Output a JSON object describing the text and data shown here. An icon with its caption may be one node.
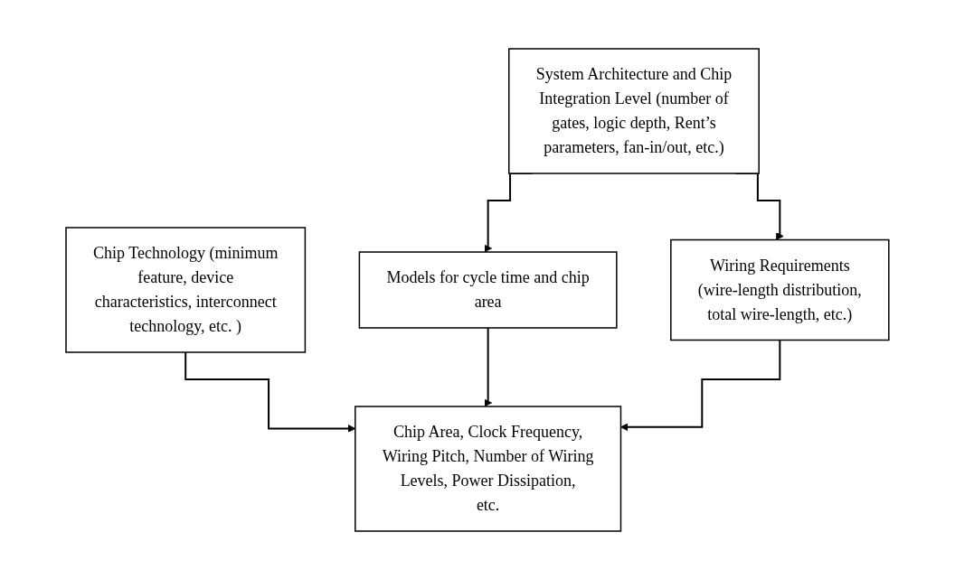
{
  "diagram": {
    "nodes": [
      {
        "text": [
          "Chip Technology (minimum feature, device characteristics, interconnect technology, etc. )"
        ]
      },
      {
        "text": [
          "System Architecture and Chip Integration Level (number of gates, logic depth, Rent’s parameters, fan-in/out, etc.)"
        ]
      },
      {
        "text": [
          "Models for cycle time and chip area"
        ]
      },
      {
        "text": [
          "Wiring Requirements (wire-length distribution, total wire-length, etc.)"
        ]
      },
      {
        "text": [
          "Chip Area, Clock Frequency, Wiring Pitch, Number of Wiring Levels, Power Dissipation, etc."
        ]
      }
    ],
    "edges": [
      {
        "from": 0,
        "to": 4,
        "arrow": "to"
      },
      {
        "from": 1,
        "to": 2,
        "arrow": "to"
      },
      {
        "from": 1,
        "to": 3,
        "arrow": "to"
      },
      {
        "from": 2,
        "to": 4,
        "arrow": "to"
      },
      {
        "from": 3,
        "to": 4,
        "arrow": "to"
      }
    ]
  }
}
